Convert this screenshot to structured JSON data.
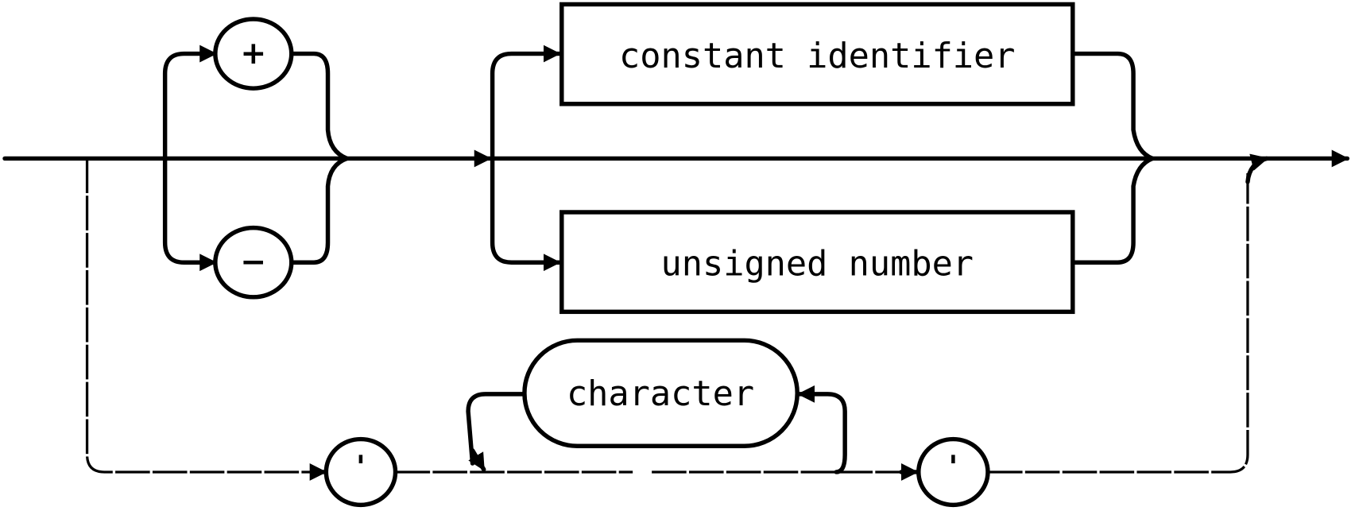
{
  "diagram": {
    "terminals": {
      "plus": "+",
      "minus": "−",
      "quote_open": "'",
      "quote_close": "'"
    },
    "nonterminals": {
      "constant_identifier": "constant identifier",
      "unsigned_number": "unsigned number",
      "character": "character"
    }
  }
}
